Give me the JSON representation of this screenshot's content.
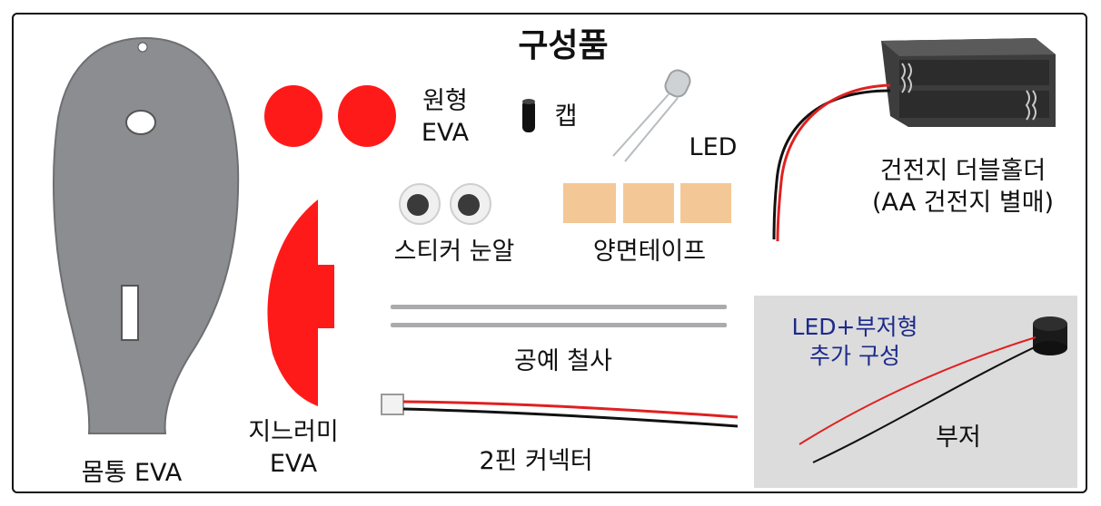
{
  "title": "구성품",
  "labels": {
    "body_eva": "몸통 EVA",
    "fin_eva_line1": "지느러미",
    "fin_eva_line2": "EVA",
    "round_eva_line1": "원형",
    "round_eva_line2": "EVA",
    "cap": "캡",
    "led": "LED",
    "battery_holder_line1": "건전지 더블홀더",
    "battery_holder_line2": "(AA 건전지 별매)",
    "sticker_eyes": "스티커 눈알",
    "double_tape": "양면테이프",
    "craft_wire": "공예 철사",
    "pin_connector": "2핀 커넥터",
    "addon_line1": "LED+부저형",
    "addon_line2": "추가 구성",
    "buzzer": "부저"
  },
  "colors": {
    "eva_gray": "#8c8d90",
    "eva_red": "#ff1a1a",
    "tape": "#f3c796",
    "addon_bg": "#dcdcdc",
    "addon_text": "#1d2a8a"
  }
}
